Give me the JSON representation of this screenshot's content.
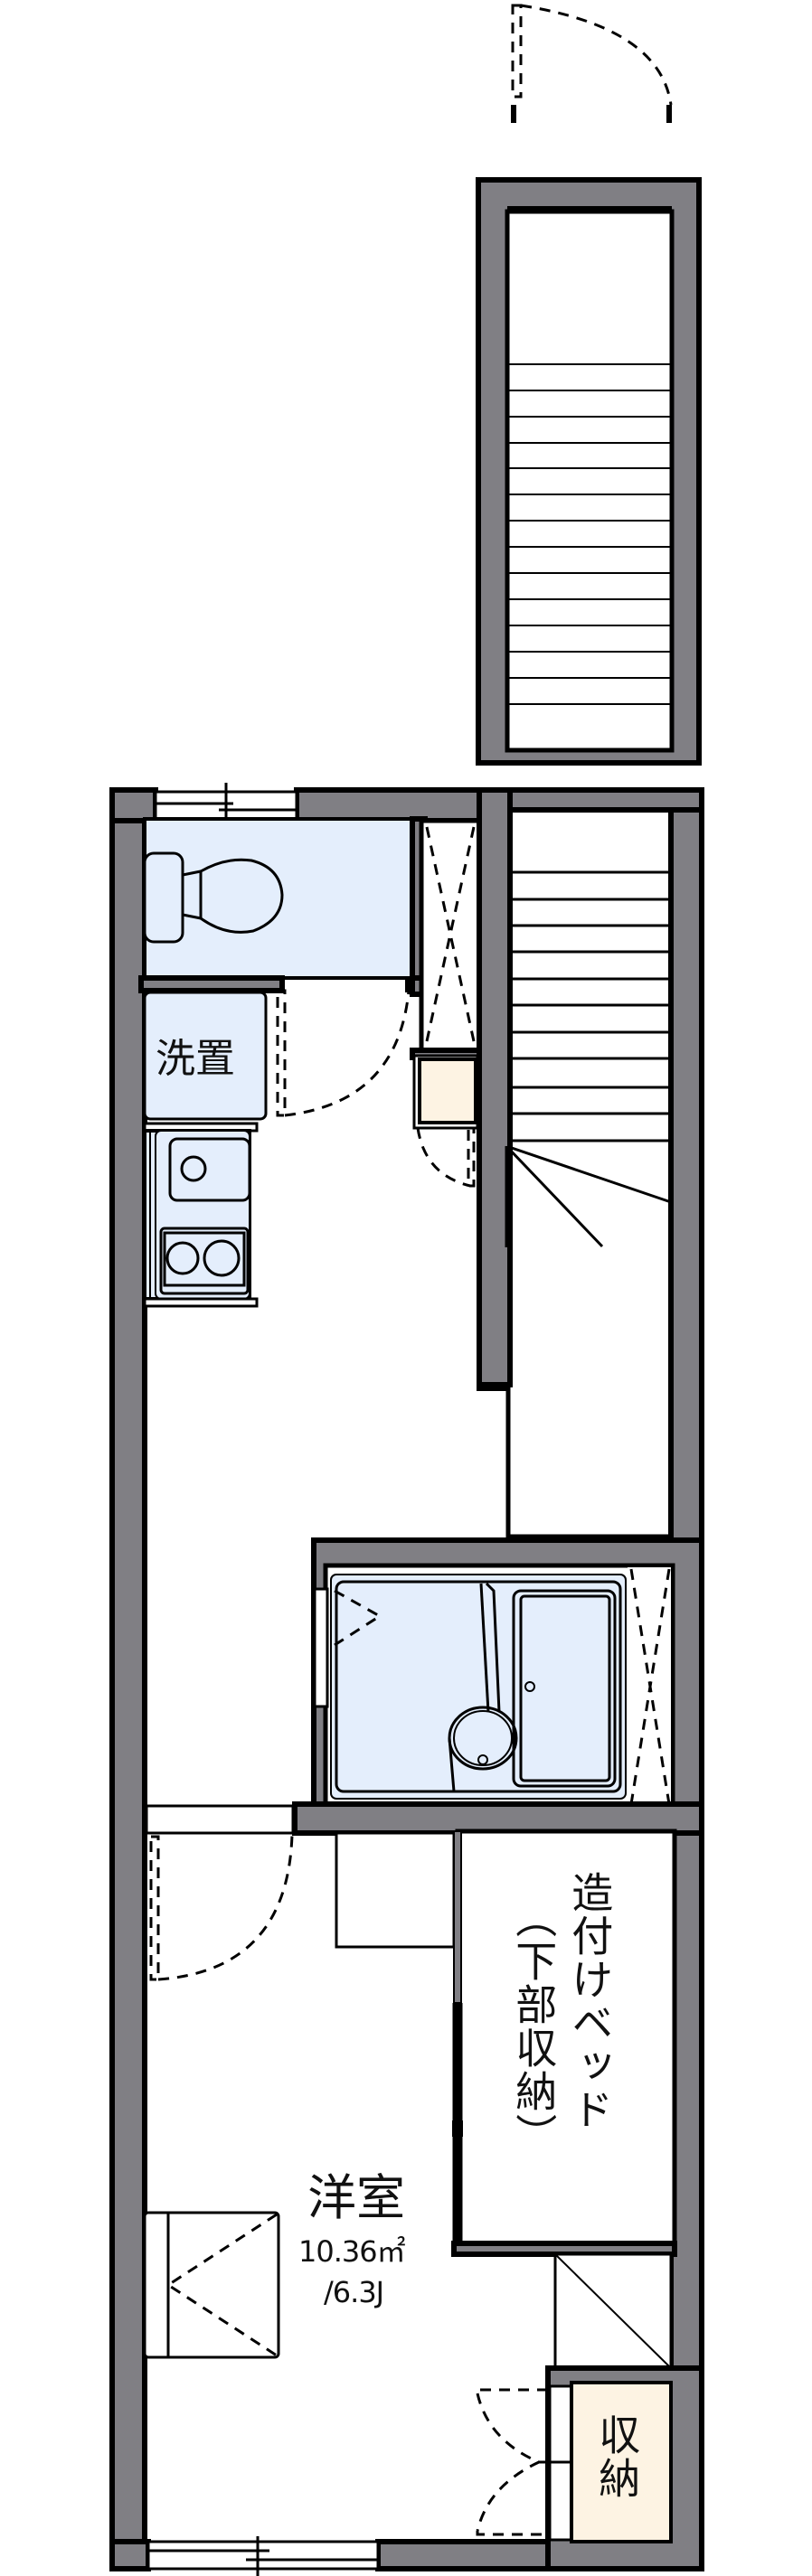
{
  "floor_plan": {
    "colors": {
      "wall": "#807f84",
      "outline": "#000000",
      "wet_area": "#e4eefc",
      "storage": "#fdf3e3",
      "floor": "#ffffff"
    },
    "rooms": {
      "washer": {
        "label": "洗置"
      },
      "western_room": {
        "label": "洋室",
        "area": "10.36㎡",
        "tatami": "/6.3J"
      },
      "built_in_bed": {
        "label": "造付けベッド",
        "sub_label": "（下部収納）"
      },
      "closet": {
        "label": "収納"
      }
    },
    "icons": [
      "toilet-icon",
      "kitchen-sink-icon",
      "stove-icon",
      "bathtub-icon",
      "wash-basin-icon",
      "staircase-icon",
      "exterior-staircase-icon",
      "door-swing-icon",
      "window-icon",
      "sliding-door-icon"
    ]
  }
}
